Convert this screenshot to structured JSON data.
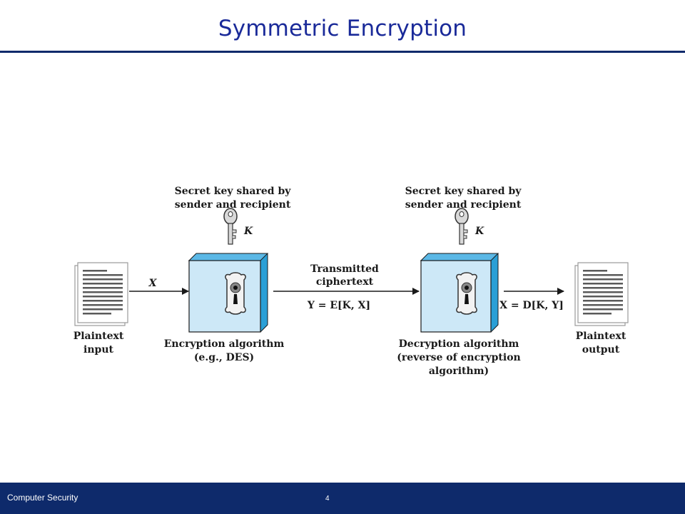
{
  "slide": {
    "title": "Symmetric Encryption",
    "footer_text": "Computer Security",
    "page_number": "4"
  },
  "diagram": {
    "encryption_key_label_line1": "Secret key shared by",
    "encryption_key_label_line2": "sender and recipient",
    "decryption_key_label_line1": "Secret key shared by",
    "decryption_key_label_line2": "sender and recipient",
    "key_symbol_left": "K",
    "key_symbol_right": "K",
    "plaintext_input_line1": "Plaintext",
    "plaintext_input_line2": "input",
    "plaintext_output_line1": "Plaintext",
    "plaintext_output_line2": "output",
    "input_symbol": "X",
    "transmitted_line1": "Transmitted",
    "transmitted_line2": "ciphertext",
    "ciphertext_formula": "Y = E[K, X]",
    "output_formula": "X = D[K, Y]",
    "encryption_label_line1": "Encryption algorithm",
    "encryption_label_line2": "(e.g., DES)",
    "decryption_label_line1": "Decryption algorithm",
    "decryption_label_line2": "(reverse of encryption",
    "decryption_label_line3": "algorithm)",
    "icons": [
      "document-icon",
      "key-icon",
      "keyhole-lock-icon"
    ]
  },
  "colors": {
    "title": "#1a2a99",
    "rule": "#0e2a6b",
    "footer_bg": "#0e2a6b",
    "box_front": "#cde8f7",
    "box_side": "#2a9fd6"
  }
}
